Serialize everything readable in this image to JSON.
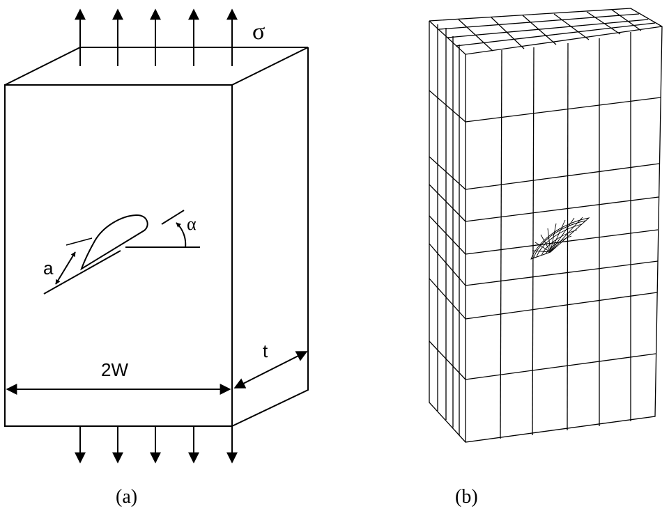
{
  "figure_a": {
    "caption": "(a)",
    "stress_symbol": "σ",
    "width_label": "2W",
    "thickness_label": "t",
    "crack_depth_label": "a",
    "angle_label": "α"
  },
  "figure_b": {
    "caption": "(b)"
  }
}
